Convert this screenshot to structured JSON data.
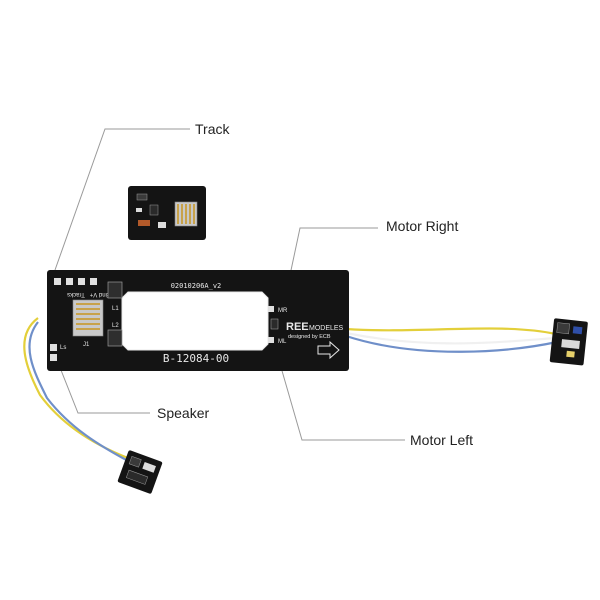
{
  "callouts": {
    "track": "Track",
    "motor_right": "Motor Right",
    "speaker": "Speaker",
    "motor_left": "Motor Left"
  },
  "board": {
    "top_code": "02010206A_v2",
    "part_number": "B-12084-00",
    "brand_main": "REE",
    "brand_sub": "MODELES",
    "designed_by": "designed by ECB",
    "pad_gnd_v": "Gnd V+",
    "pad_tracks": "Tracks",
    "label_l1": "L1",
    "label_l2": "L2",
    "label_j1": "J1",
    "label_ls": "Ls",
    "label_mr": "MR",
    "label_ml": "ML"
  },
  "colors": {
    "pcb": "#141414",
    "silkscreen": "#e8e8e8",
    "wire_yellow": "#e3cf3a",
    "wire_blue": "#6f8fc9",
    "wire_white": "#f0f0f0",
    "gold": "#c8a24a"
  }
}
